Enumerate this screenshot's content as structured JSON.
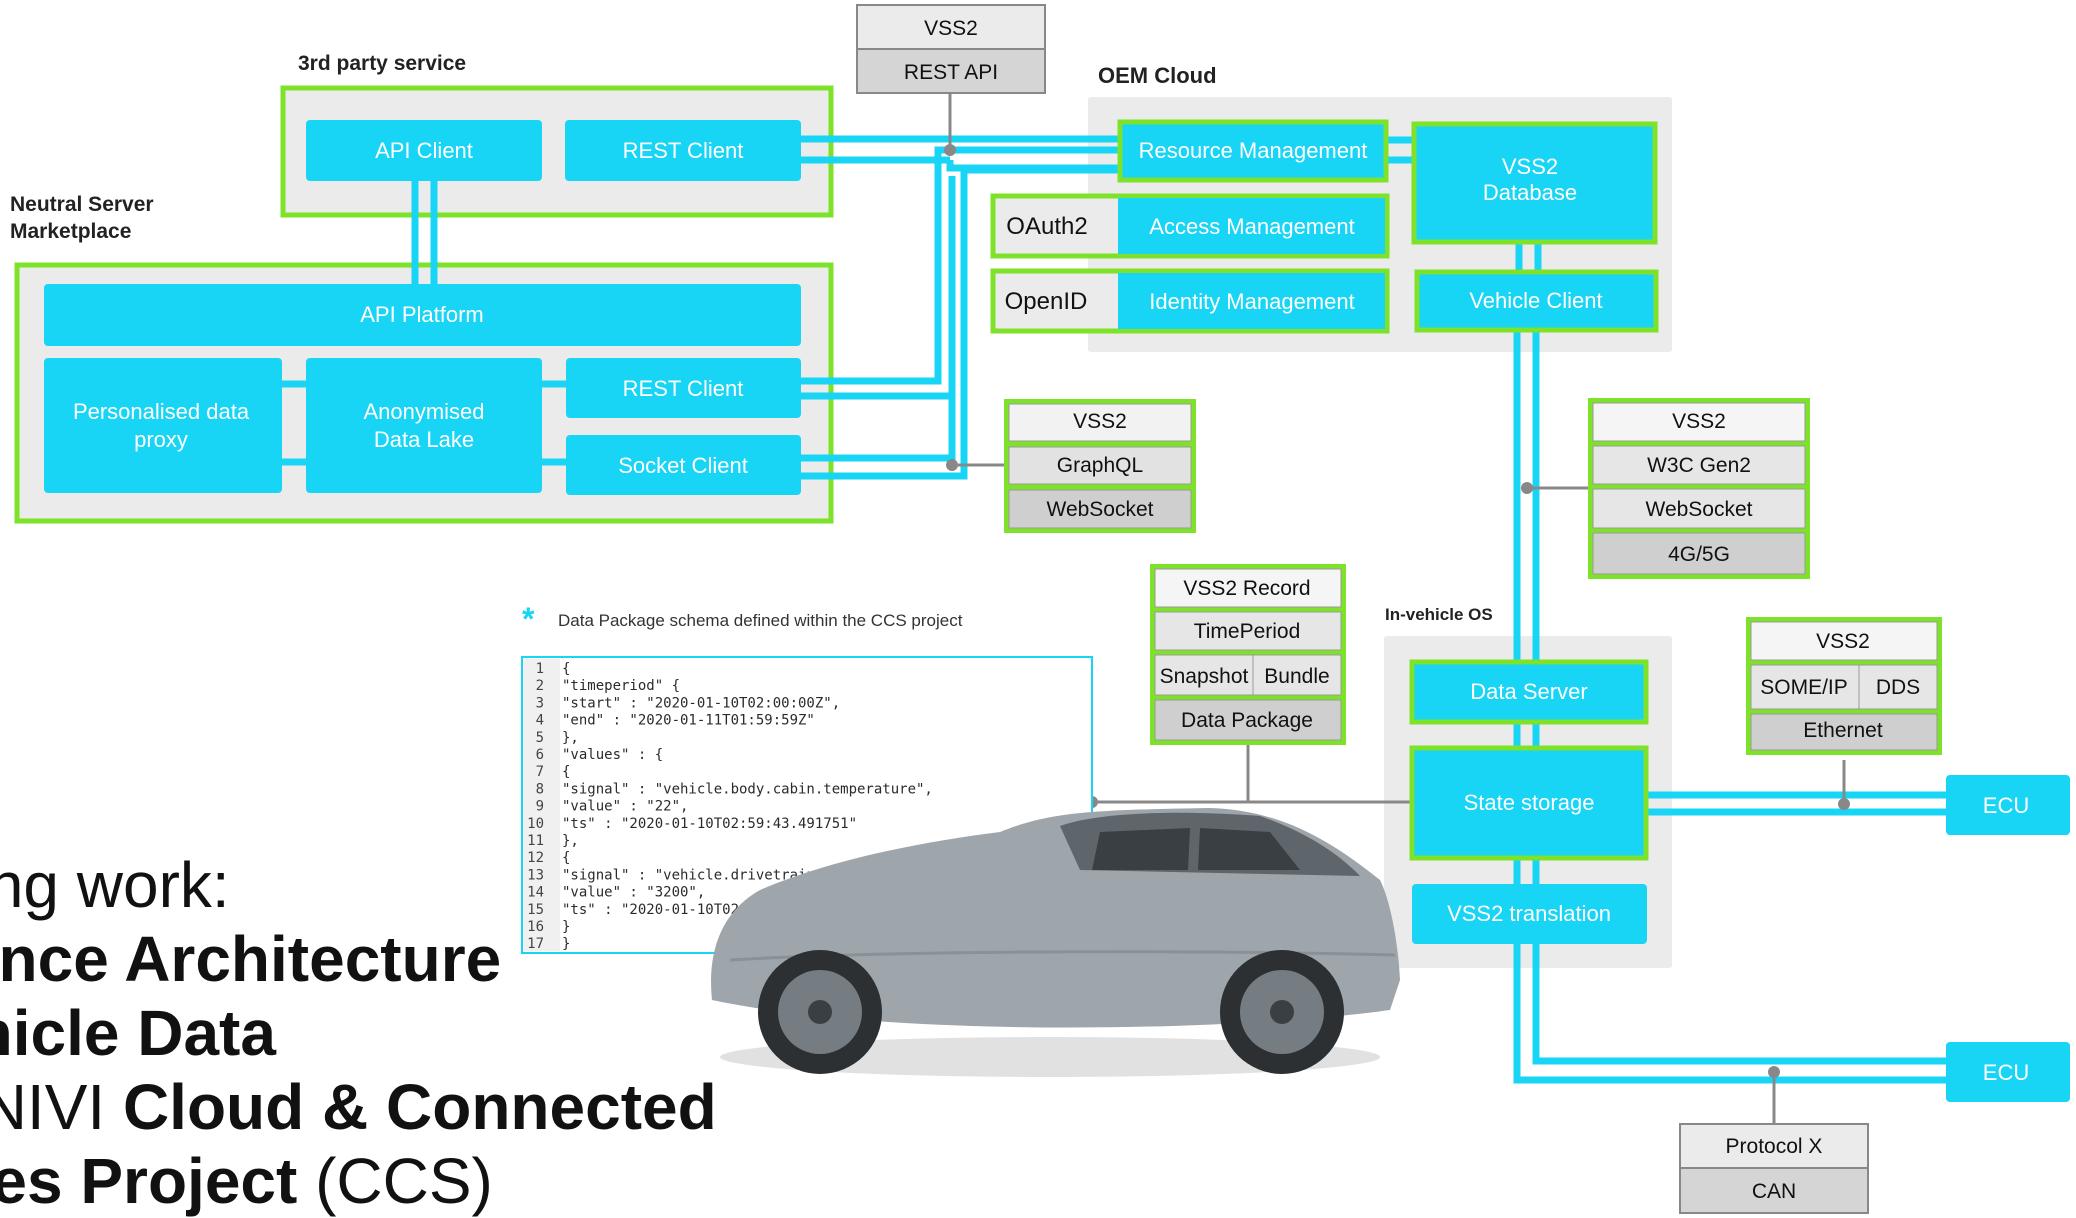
{
  "labels": {
    "third_party": "3rd party service",
    "neutral_line1": "Neutral Server",
    "neutral_line2": "Marketplace",
    "oem_cloud": "OEM Cloud",
    "in_vehicle_os": "In-vehicle OS",
    "schema_note": "Data Package schema defined within the CCS project"
  },
  "third_party": {
    "api_client": "API Client",
    "rest_client": "REST Client"
  },
  "marketplace": {
    "api_platform": "API Platform",
    "personalised_1": "Personalised data",
    "personalised_2": "proxy",
    "anon_1": "Anonymised",
    "anon_2": "Data Lake",
    "rest_client": "REST Client",
    "socket_client": "Socket Client"
  },
  "top_stack": [
    "VSS2",
    "REST API"
  ],
  "oem": {
    "resource_mgmt": "Resource Management",
    "access_mgmt": "Access Management",
    "identity_mgmt": "Identity Management",
    "oauth2": "OAuth2",
    "openid": "OpenID",
    "vss2_db_1": "VSS2",
    "vss2_db_2": "Database",
    "vehicle_client": "Vehicle Client"
  },
  "graphql_stack": [
    "VSS2",
    "GraphQL",
    "WebSocket"
  ],
  "w3c_stack": [
    "VSS2",
    "W3C Gen2",
    "WebSocket",
    "4G/5G"
  ],
  "record_stack": [
    "VSS2 Record",
    "TimePeriod",
    "Snapshot",
    "Bundle",
    "Data Package"
  ],
  "someip_stack": [
    "VSS2",
    "SOME/IP",
    "DDS",
    "Ethernet"
  ],
  "protocol_stack": [
    "Protocol X",
    "CAN"
  ],
  "invehicle": {
    "data_server": "Data Server",
    "state_storage": "State storage",
    "translation": "VSS2 translation"
  },
  "ecu": [
    "ECU",
    "ECU"
  ],
  "code_lines": [
    "{",
    "    \"timeperiod\" {",
    "        \"start\" : \"2020-01-10T02:00:00Z\",",
    "        \"end\" : \"2020-01-11T01:59:59Z\"",
    "    },",
    "    \"values\" : {",
    "      {",
    "        \"signal\" : \"vehicle.body.cabin.temperature\",",
    "        \"value\" : \"22\",",
    "        \"ts\" : \"2020-01-10T02:59:43.491751\"",
    "      },",
    "      {",
    "        \"signal\" : \"vehicle.drivetrain.engine.rpm.average\",",
    "        \"value\" : \"3200\",",
    "        \"ts\" : \"2020-01-10T02:59:44.100403\"",
    "      }",
    "}"
  ],
  "line_numbers": [
    "1",
    "2",
    "3",
    "4",
    "5",
    "6",
    "7",
    "8",
    "9",
    "10",
    "11",
    "12",
    "13",
    "14",
    "15",
    "16",
    "17"
  ],
  "ongoing": {
    "line1": "oing work:",
    "line2": "rence Architecture",
    "line3": "ehicle Data",
    "line4a": "ENIVI ",
    "line4b": "Cloud & Connected",
    "line5a": "ices Project",
    "line5b": " (CCS)"
  },
  "colors": {
    "cyan": "#18d4f5",
    "green": "#7ee22a",
    "panel": "#ebebeb",
    "gray_cell": "#cfcfcf"
  }
}
